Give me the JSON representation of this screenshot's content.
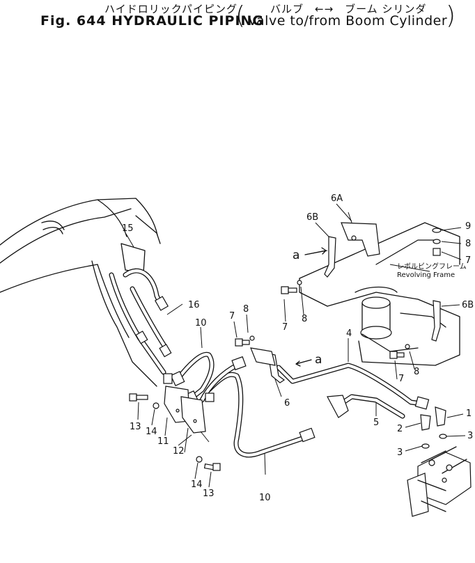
{
  "title": {
    "jp_left": "ハイドロリックパイピング",
    "jp_right": "バルブ　←→　ブーム シリンダ",
    "en_left": "Fig. 644 HYDRAULIC PIPING",
    "en_right": "Valve to/from Boom Cylinder"
  },
  "note": {
    "jp": "レボルビングフレーム",
    "en": "Revolving Frame"
  },
  "callouts": {
    "c1": "1",
    "c2": "2",
    "c3a": "3",
    "c3b": "3",
    "c4": "4",
    "c5": "5",
    "c6": "6",
    "c6A": "6A",
    "c6B_top": "6B",
    "c6B_right": "6B",
    "c7a": "7",
    "c7b": "7",
    "c7c": "7",
    "c7d": "7",
    "c8a": "8",
    "c8b": "8",
    "c8c": "8",
    "c8d": "8",
    "c9": "9",
    "c10a": "10",
    "c10b": "10",
    "c11": "11",
    "c12": "12",
    "c13a": "13",
    "c13b": "13",
    "c14a": "14",
    "c14b": "14",
    "c15": "15",
    "c16": "16",
    "ref_a1": "a",
    "ref_a2": "a"
  }
}
